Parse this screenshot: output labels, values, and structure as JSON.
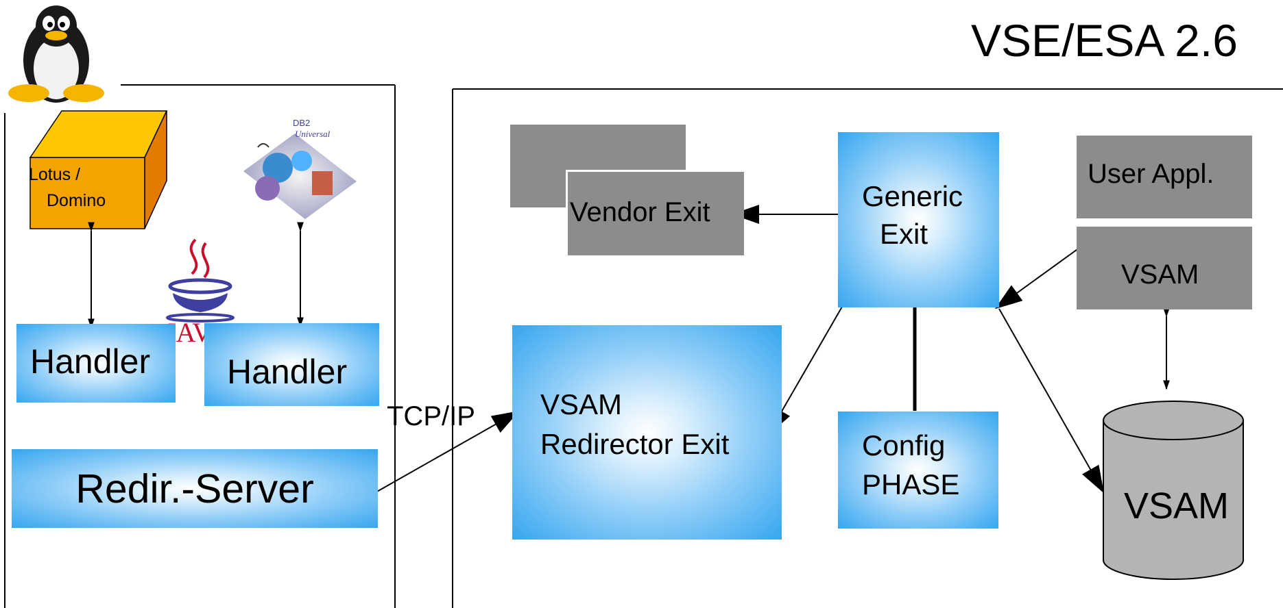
{
  "title": "VSE/ESA 2.6",
  "left": {
    "lotus_line1": "Lotus /",
    "lotus_line2": "Domino",
    "java_label": "JAVA",
    "db_logo_line1": "DB2",
    "db_logo_line2": "Universal",
    "handler1": "Handler",
    "handler2": "Handler",
    "redir_server": "Redir.-Server"
  },
  "connection_label": "TCP/IP",
  "right": {
    "vendor_exit": "Vendor Exit",
    "generic_exit_line1": "Generic",
    "generic_exit_line2": "Exit",
    "user_appl": "User Appl.",
    "vsam_box": "VSAM",
    "redirector_line1": "VSAM",
    "redirector_line2": "Redirector Exit",
    "config_line1": "Config",
    "config_line2": "PHASE",
    "vsam_disk": "VSAM"
  },
  "colors": {
    "box_gray": "#8c8c8c",
    "lotus_orange": "#f5a300",
    "gradient_blue": "#35a6ef"
  }
}
